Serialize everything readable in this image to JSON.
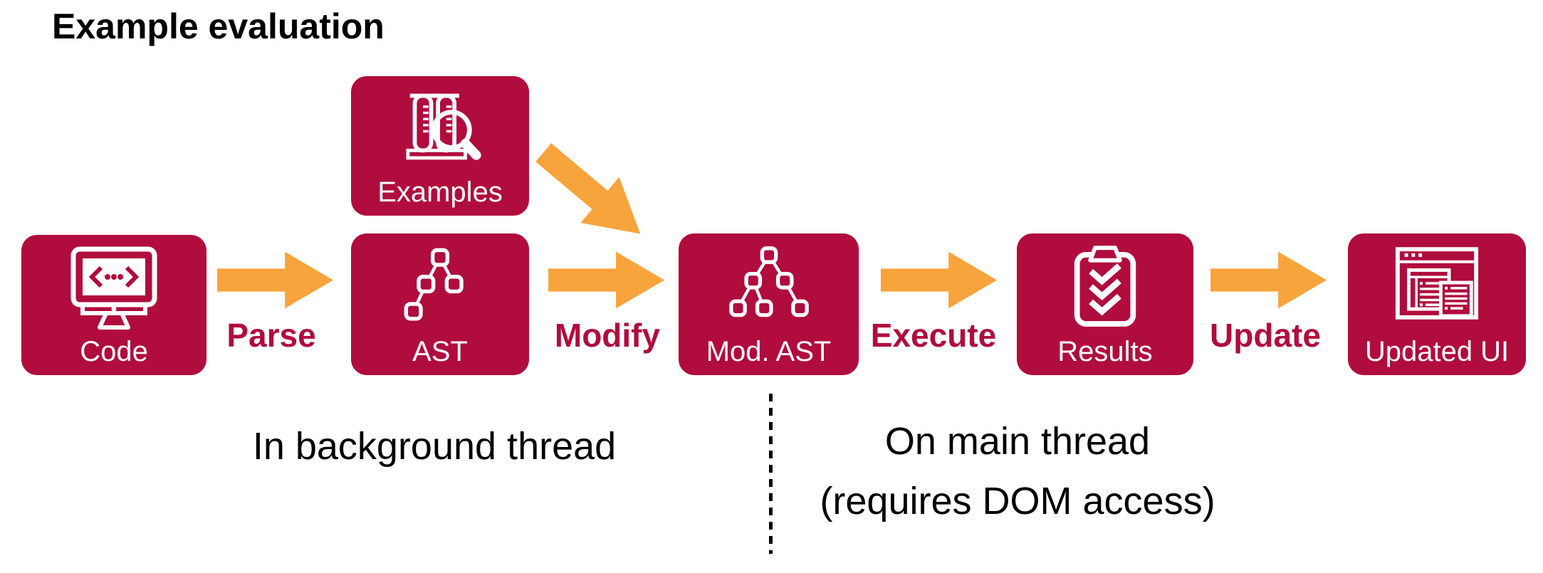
{
  "title": "Example evaluation",
  "colors": {
    "box": "#B00C3E",
    "arrow": "#F8A43C",
    "edge_label": "#B00C3E",
    "text": "#000000",
    "icon": "#FFFFFF",
    "background": "#FFFFFF"
  },
  "nodes": [
    {
      "label": "Code",
      "icon": "code-monitor-icon"
    },
    {
      "label": "Examples",
      "icon": "test-tubes-magnifier-icon"
    },
    {
      "label": "AST",
      "icon": "syntax-tree-icon"
    },
    {
      "label": "Mod. AST",
      "icon": "modified-syntax-tree-icon"
    },
    {
      "label": "Results",
      "icon": "clipboard-checkmarks-icon"
    },
    {
      "label": "Updated UI",
      "icon": "browser-window-icon"
    }
  ],
  "edges": [
    {
      "label": "Parse"
    },
    {
      "label": "Modify"
    },
    {
      "label": "Execute"
    },
    {
      "label": "Update"
    }
  ],
  "annotations": {
    "left_region": "In background thread",
    "right_region_line1": "On main thread",
    "right_region_line2": "(requires DOM access)"
  }
}
